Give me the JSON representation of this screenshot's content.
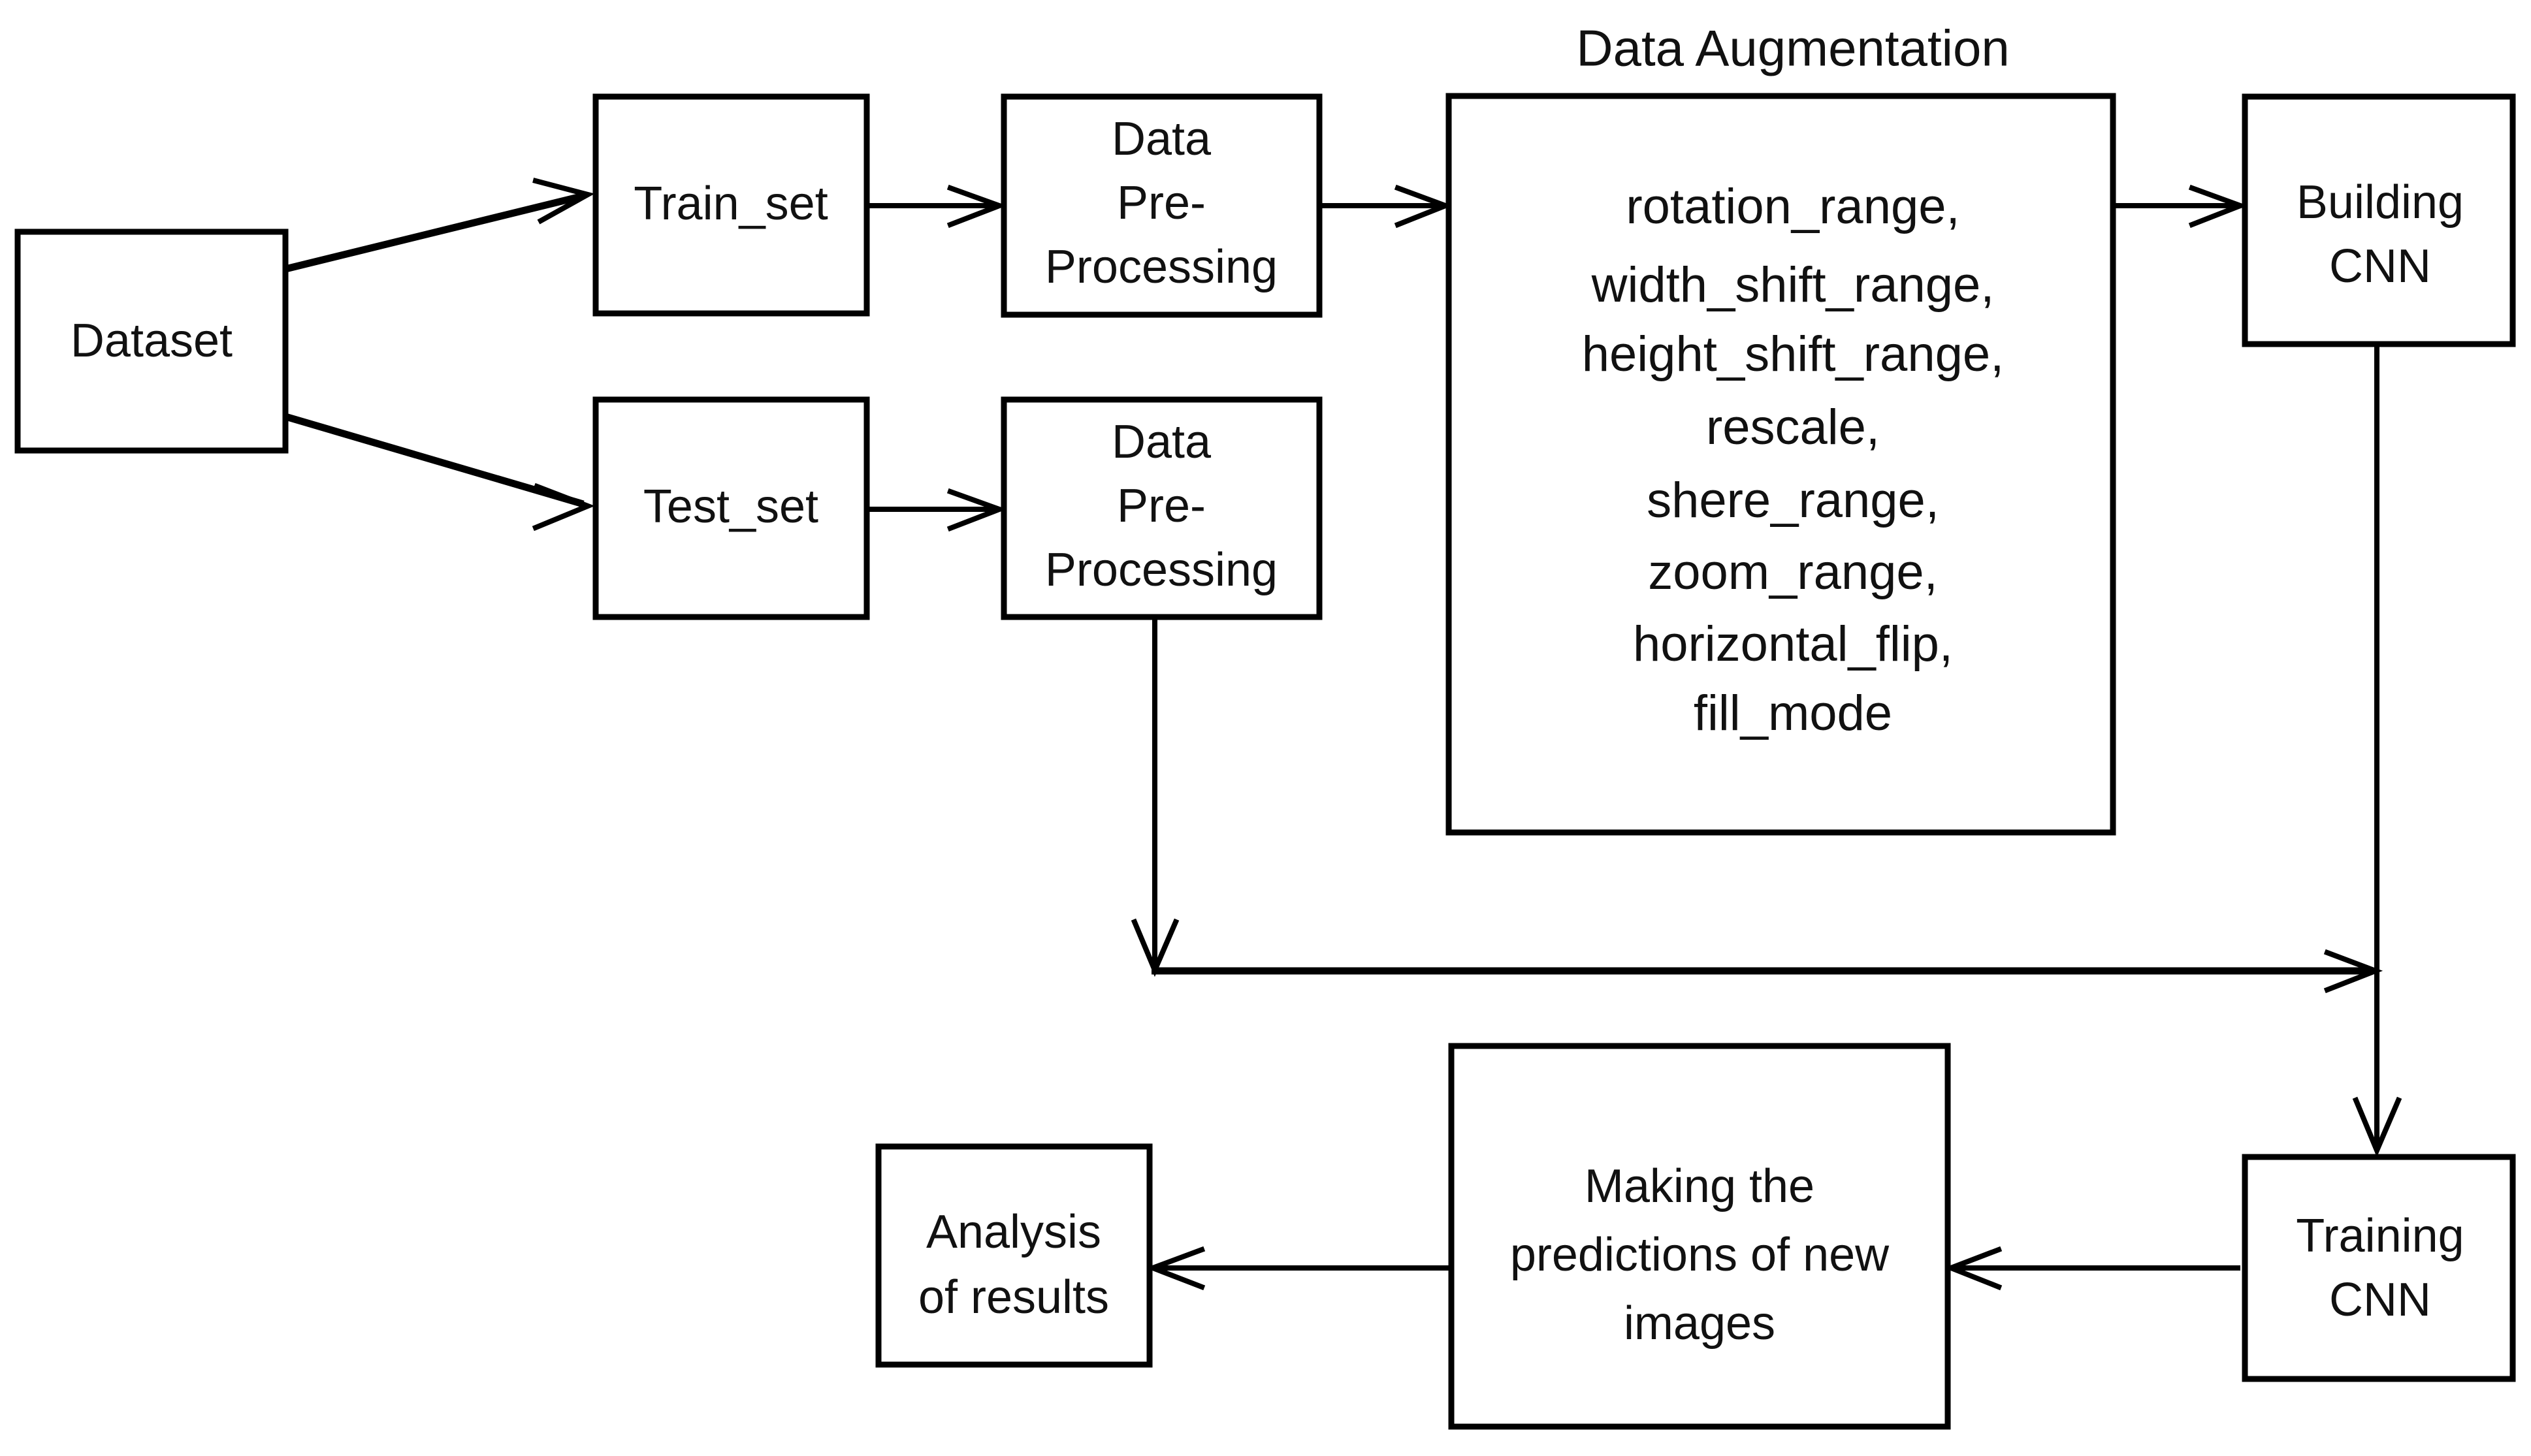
{
  "diagram": {
    "title": "CNN image classification pipeline flowchart",
    "background_color": "#ffffff",
    "line_color": "#000000",
    "text_color": "#111111"
  },
  "labels": {
    "data_augmentation_title": "Data Augmentation"
  },
  "nodes": {
    "dataset": {
      "label": "Dataset"
    },
    "train_set": {
      "label": "Train_set"
    },
    "test_set": {
      "label": "Test_set"
    },
    "train_preprocessing": {
      "line1": "Data",
      "line2": "Pre-",
      "line3": "Processing"
    },
    "test_preprocessing": {
      "line1": "Data",
      "line2": "Pre-",
      "line3": "Processing"
    },
    "data_augmentation": {
      "params": [
        "rotation_range,",
        "width_shift_range,",
        "height_shift_range,",
        "rescale,",
        "shere_range,",
        "zoom_range,",
        "horizontal_flip,",
        "fill_mode"
      ]
    },
    "building_cnn": {
      "line1": "Building",
      "line2": "CNN"
    },
    "training_cnn": {
      "line1": "Training",
      "line2": "CNN"
    },
    "making_predictions": {
      "line1": "Making the",
      "line2": "predictions of new",
      "line3": "images"
    },
    "analysis_of_results": {
      "line1": "Analysis",
      "line2": "of results"
    }
  },
  "edges": [
    {
      "from": "dataset",
      "to": "train_set",
      "style": "diagonal-arrow"
    },
    {
      "from": "dataset",
      "to": "test_set",
      "style": "diagonal-arrow"
    },
    {
      "from": "train_set",
      "to": "train_preprocessing",
      "style": "straight-arrow"
    },
    {
      "from": "test_set",
      "to": "test_preprocessing",
      "style": "straight-arrow"
    },
    {
      "from": "train_preprocessing",
      "to": "data_augmentation",
      "style": "straight-arrow"
    },
    {
      "from": "data_augmentation",
      "to": "building_cnn",
      "style": "straight-arrow"
    },
    {
      "from": "building_cnn",
      "to": "training_cnn",
      "style": "vertical-arrow"
    },
    {
      "from": "test_preprocessing",
      "to": "training_cnn",
      "style": "elbow-arrow"
    },
    {
      "from": "training_cnn",
      "to": "making_predictions",
      "style": "straight-arrow"
    },
    {
      "from": "making_predictions",
      "to": "analysis_of_results",
      "style": "straight-arrow"
    }
  ]
}
